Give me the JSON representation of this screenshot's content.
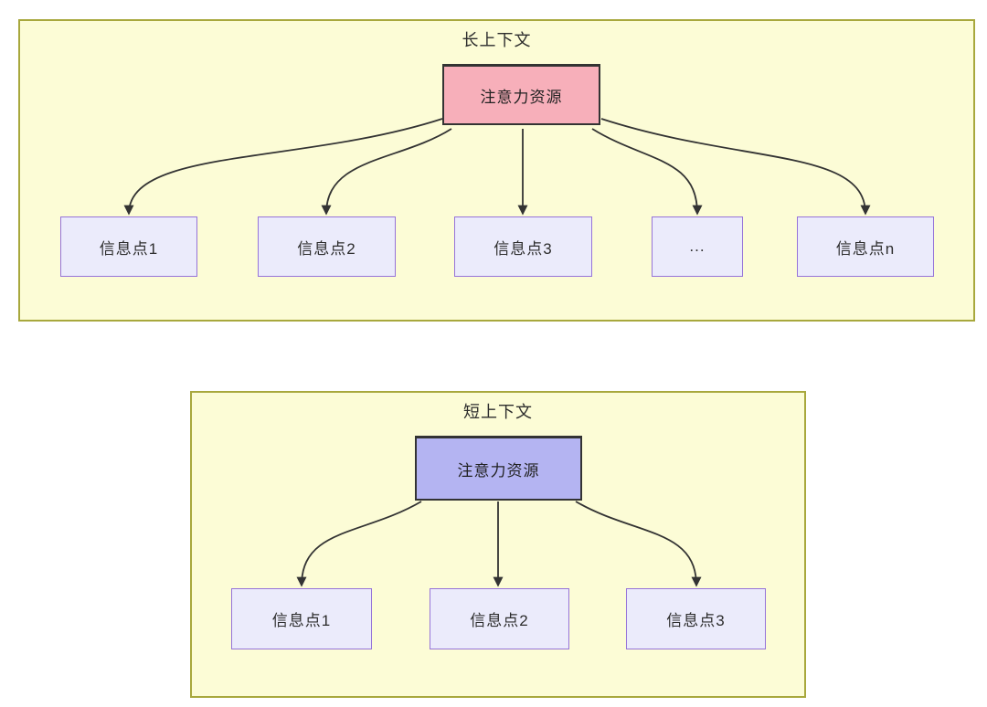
{
  "long_context": {
    "title": "长上下文",
    "attention_label": "注意力资源",
    "info_points": [
      "信息点1",
      "信息点2",
      "信息点3",
      "...",
      "信息点n"
    ]
  },
  "short_context": {
    "title": "短上下文",
    "attention_label": "注意力资源",
    "info_points": [
      "信息点1",
      "信息点2",
      "信息点3"
    ]
  },
  "colors": {
    "section_fill": "#fcfcd6",
    "section_border": "#a8a83d",
    "attention_long_fill": "#f7afba",
    "attention_short_fill": "#b4b4f2",
    "attention_border": "#333333",
    "info_fill": "#ebebfb",
    "info_border": "#9673d9",
    "arrow": "#333333",
    "text": "#2d2d2d",
    "page_background": "#ffffff"
  }
}
